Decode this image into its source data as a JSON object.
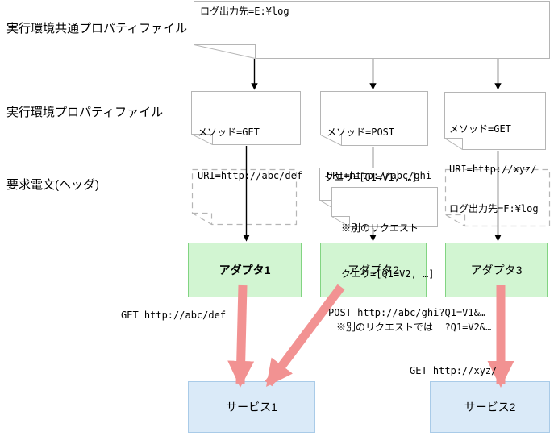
{
  "diagram": {
    "row_labels": {
      "common_props": "実行環境共通プロパティファイル",
      "env_props": "実行環境プロパティファイル",
      "request_header": "要求電文(ヘッダ)"
    },
    "notes": {
      "common": {
        "lines": [
          "ログ出力先=E:¥log"
        ]
      },
      "env1": {
        "lines": [
          "メソッド=GET",
          "URI=http://abc/def"
        ]
      },
      "env2": {
        "lines": [
          "メソッド=POST",
          "URI=http://abc/ghi"
        ]
      },
      "env3": {
        "lines": [
          "メソッド=GET",
          "URI=http://xyz/",
          "ログ出力先=F:¥log"
        ]
      },
      "query1": {
        "lines": [
          "クエリ=[Q1=V1, …]"
        ]
      },
      "query2": {
        "lines": [
          "※別のリクエスト",
          "クエリ=[Q1=V2, …]"
        ]
      }
    },
    "adapters": [
      {
        "label": "アダプタ1"
      },
      {
        "label": "アダプタ2"
      },
      {
        "label": "アダプタ3"
      }
    ],
    "services": [
      {
        "label": "サービス1"
      },
      {
        "label": "サービス2"
      }
    ],
    "annotations": {
      "adapter1_request": "GET http://abc/def",
      "adapter2_request_line1": "POST http://abc/ghi?Q1=V1&…",
      "adapter2_request_line2": "※別のリクエストでは  ?Q1=V2&…",
      "adapter3_request": "GET http://xyz/"
    },
    "colors": {
      "adapter_fill": "#d2f5d2",
      "adapter_border": "#82d482",
      "service_fill": "#daeaf8",
      "service_border": "#a9cbe8",
      "note_border": "#b5b5b5",
      "arrow_black": "#000000",
      "arrow_pink": "#f29292"
    }
  }
}
